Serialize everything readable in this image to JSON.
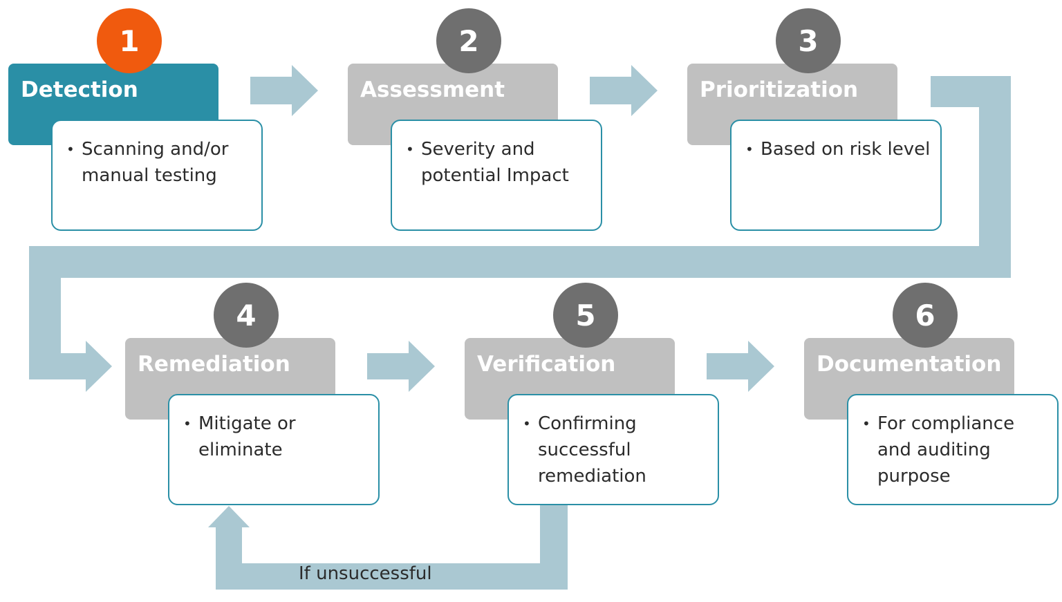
{
  "diagram": {
    "steps": [
      {
        "number": "1",
        "title": "Detection",
        "description": "Scanning and/or manual testing",
        "active": true
      },
      {
        "number": "2",
        "title": "Assessment",
        "description": "Severity and potential Impact",
        "active": false
      },
      {
        "number": "3",
        "title": "Prioritization",
        "description": "Based on risk level",
        "active": false
      },
      {
        "number": "4",
        "title": "Remediation",
        "description": "Mitigate or eliminate",
        "active": false
      },
      {
        "number": "5",
        "title": "Verification",
        "description": "Confirming successful remediation",
        "active": false
      },
      {
        "number": "6",
        "title": "Documentation",
        "description": "For compliance and auditing purpose",
        "active": false
      }
    ],
    "loop_label": "If unsuccessful",
    "colors": {
      "active_header": "#2a8fa6",
      "active_badge": "#f05a0e",
      "inactive_header": "#c0c0c0",
      "inactive_badge": "#6f6f6f",
      "arrow": "#aac8d2",
      "card_border": "#2a8fa6"
    }
  }
}
